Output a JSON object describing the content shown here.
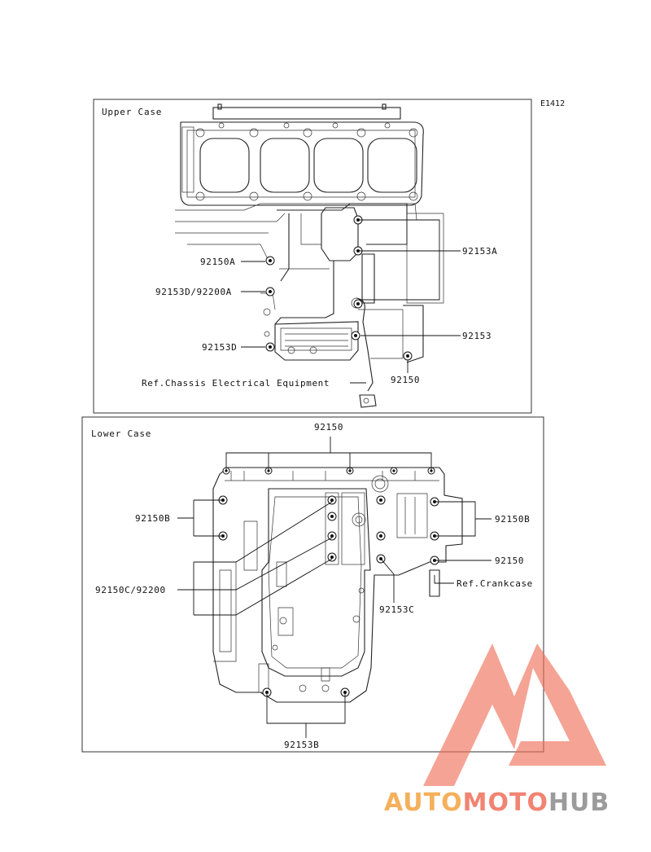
{
  "diagram_code": "E1412",
  "upper_case": {
    "title": "Upper Case",
    "labels": {
      "l_92153A": "92153A",
      "l_92150A": "92150A",
      "l_92153D_92200A": "92153D/92200A",
      "l_92153": "92153",
      "l_92153D": "92153D",
      "l_ref_chassis": "Ref.Chassis Electrical Equipment",
      "l_92150": "92150"
    }
  },
  "lower_case": {
    "title": "Lower Case",
    "labels": {
      "l_92150_top": "92150",
      "l_92150B_left": "92150B",
      "l_92150B_right": "92150B",
      "l_92150_right": "92150",
      "l_ref_crankcase": "Ref.Crankcase",
      "l_92150C_92200": "92150C/92200",
      "l_92153C": "92153C",
      "l_92153B": "92153B"
    }
  },
  "watermark": {
    "word_part1": "AUTO",
    "word_part2": "MOTO",
    "word_part3": "HUB",
    "color_orange": "#f4a340",
    "color_red": "#ef6f5a",
    "color_grey": "#8a8a8a"
  }
}
